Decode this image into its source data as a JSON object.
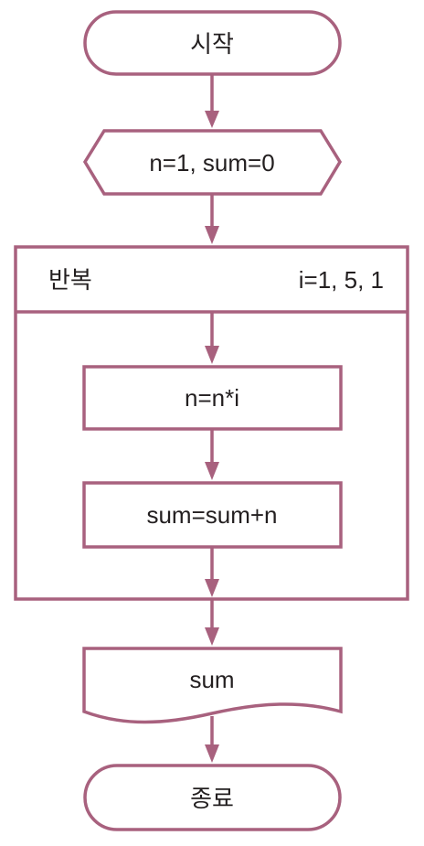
{
  "colors": {
    "stroke": "#a8617e",
    "text": "#231f20",
    "background": "#ffffff"
  },
  "flowchart": {
    "start": {
      "label": "시작"
    },
    "init": {
      "label": "n=1, sum=0"
    },
    "loop": {
      "label": "반복",
      "range": "i=1, 5, 1"
    },
    "step1": {
      "label": "n=n*i"
    },
    "step2": {
      "label": "sum=sum+n"
    },
    "output": {
      "label": "sum"
    },
    "end": {
      "label": "종료"
    }
  }
}
